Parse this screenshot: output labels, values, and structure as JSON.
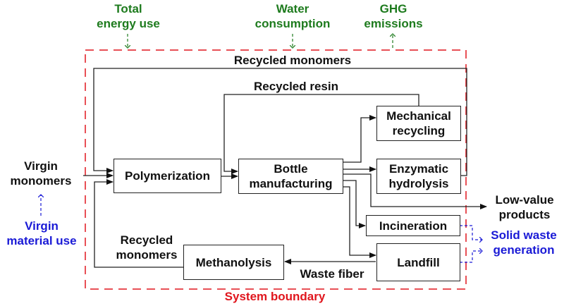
{
  "indicators": {
    "total_energy_use": "Total\nenergy use",
    "water_consumption": "Water\nconsumption",
    "ghg_emissions": "GHG\nemissions",
    "virgin_material_use": "Virgin\nmaterial use",
    "solid_waste_generation": "Solid waste\ngeneration"
  },
  "inputs": {
    "virgin_monomers": "Virgin\nmonomers"
  },
  "outputs": {
    "low_value_products": "Low-value\nproducts"
  },
  "processes": {
    "polymerization": "Polymerization",
    "bottle_manufacturing": "Bottle\nmanufacturing",
    "mechanical_recycling": "Mechanical\nrecycling",
    "enzymatic_hydrolysis": "Enzymatic\nhydrolysis",
    "incineration": "Incineration",
    "landfill": "Landfill",
    "methanolysis": "Methanolysis"
  },
  "flows": {
    "recycled_monomers_top": "Recycled monomers",
    "recycled_resin": "Recycled resin",
    "recycled_monomers_bottom": "Recycled\nmonomers",
    "waste_fiber": "Waste fiber"
  },
  "boundary": {
    "label": "System boundary"
  },
  "colors": {
    "indicator_green": "#1e7b1e",
    "indicator_blue": "#1a1ad6",
    "boundary_red": "#e0161e"
  }
}
